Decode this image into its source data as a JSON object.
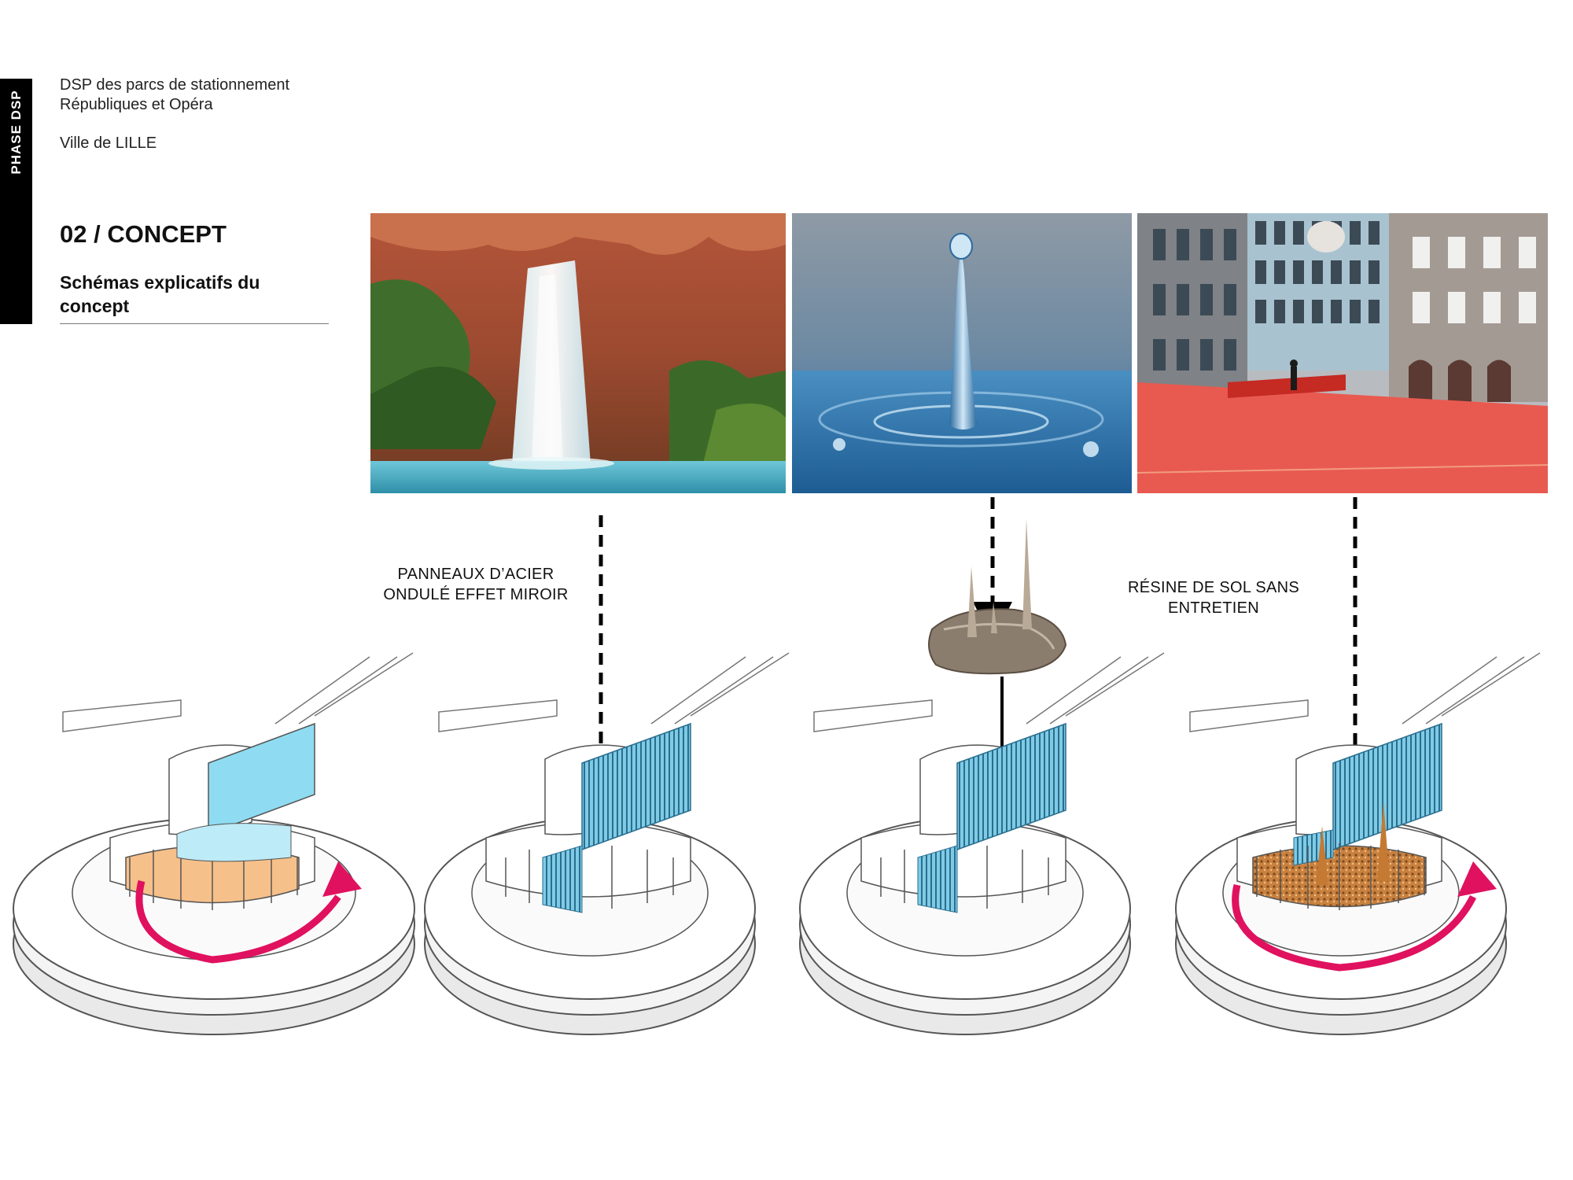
{
  "sidebar": {
    "phase_label": "PHASE DSP"
  },
  "header": {
    "project_line1": "DSP des parcs de stationnement",
    "project_line2": "Républiques et Opéra",
    "client": "Ville de LILLE"
  },
  "section": {
    "title": "02 / CONCEPT",
    "subtitle": "Schémas explicatifs du concept"
  },
  "annotations": {
    "steel_panels": [
      "PANNEAUX D’ACIER",
      "ONDULÉ EFFET MIROIR"
    ],
    "floor_resin": [
      "RÉSINE DE SOL SANS",
      "ENTRETIEN"
    ]
  },
  "colors": {
    "rotation_arrow": "#e0115f",
    "glass_blue": "#8fdcf2",
    "floor_orange": "#f6c08a",
    "courtyard_red": "#e85a50"
  }
}
